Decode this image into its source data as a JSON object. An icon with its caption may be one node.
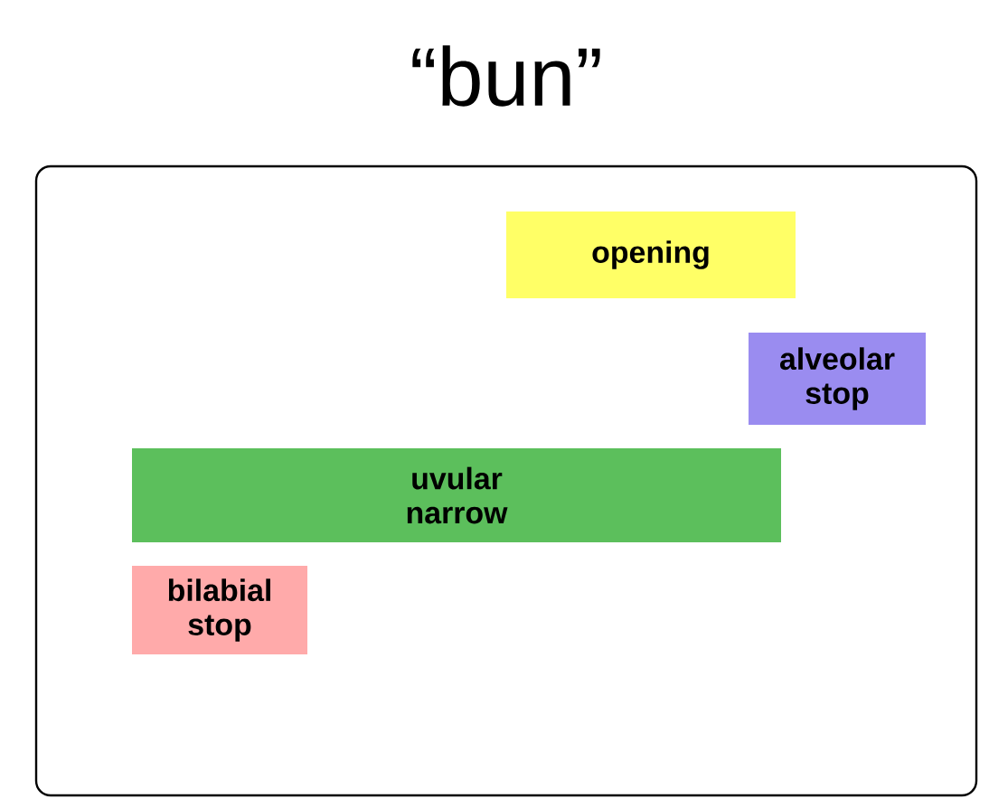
{
  "diagram": {
    "title": "“bun”",
    "nodes": [
      {
        "text": [],
        "shape": "box"
      },
      {
        "text": [
          "opening"
        ],
        "in": 0
      },
      {
        "text": [
          "alveolar stop"
        ],
        "in": 0
      },
      {
        "text": [
          "uvular narrow"
        ],
        "in": 0
      },
      {
        "text": [
          "bilabial stop"
        ],
        "in": 0
      }
    ]
  }
}
